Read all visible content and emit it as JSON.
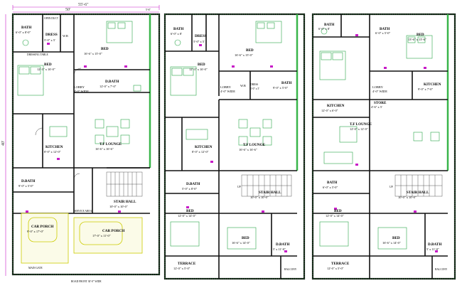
{
  "dimensions": {
    "top_width": "55'-6\"",
    "top_sub_left": "50'",
    "top_sub_right": "5'-6\"",
    "left_depth": "40'",
    "bottom_road": "ROAD FRONT 30'-0\" WIDE"
  },
  "plans": [
    {
      "rooms": [
        {
          "name": "OPEN DUCT",
          "dims": ""
        },
        {
          "name": "BATH",
          "dims": "6'-0\" x 8'-0\""
        },
        {
          "name": "DRESS",
          "dims": "5'-0\" x 5'"
        },
        {
          "name": "W.B",
          "dims": ""
        },
        {
          "name": "BED",
          "dims": "16'-6\" x 15'-0\""
        },
        {
          "name": "DRESSING TABLE",
          "dims": ""
        },
        {
          "name": "BED",
          "dims": "12'-3\" x 16'-0\""
        },
        {
          "name": "LOBBY",
          "dims": "4'-0\" WIDE"
        },
        {
          "name": "D.BATH",
          "dims": "12'-0\" x 7'-0\""
        },
        {
          "name": "KITCHEN",
          "dims": "8'-0\" x 12'-0\""
        },
        {
          "name": "T.F LOUNGE",
          "dims": "16'-6\" x 16'-6\""
        },
        {
          "name": "D.BATH",
          "dims": "9'-0\" x 5'-0\""
        },
        {
          "name": "STAIR HALL",
          "dims": "10'-0\" x 10'-0\""
        },
        {
          "name": "CAR PORCH",
          "dims": "9'-0\" x 17'-0\""
        },
        {
          "name": "CAR PORCH",
          "dims": "17'-0\" x 11'-0\""
        },
        {
          "name": "MAIN GATE",
          "dims": ""
        },
        {
          "name": "SERVICE AREA",
          "dims": ""
        }
      ]
    },
    {
      "rooms": [
        {
          "name": "BATH",
          "dims": "6'-0\" x 8'"
        },
        {
          "name": "DRESS",
          "dims": "5'-0\" x 5'"
        },
        {
          "name": "BED",
          "dims": "16'-6\" x 15'-0\""
        },
        {
          "name": "BED",
          "dims": "12'-3\" x 16'-0\""
        },
        {
          "name": "LOBBY",
          "dims": "4'-0\" WIDE"
        },
        {
          "name": "W.B",
          "dims": ""
        },
        {
          "name": "DRESS",
          "dims": "5'-0\" x 5'"
        },
        {
          "name": "BATH",
          "dims": "9'-0\" x 5'-0\""
        },
        {
          "name": "KITCHEN",
          "dims": "8'-0\" x 12'-0\""
        },
        {
          "name": "T.F LOUNGE",
          "dims": "16'-6\" x 16'-6\""
        },
        {
          "name": "D.BATH",
          "dims": "5'-0\" x 8'-0\""
        },
        {
          "name": "STAIR HALL",
          "dims": "10'-0\" x 10'-0\""
        },
        {
          "name": "BED",
          "dims": "12'-0\" x 14'-0\""
        },
        {
          "name": "BED",
          "dims": "16'-6\" x 14'-0\""
        },
        {
          "name": "D.BATH",
          "dims": "5' x 11'-0\""
        },
        {
          "name": "TERRACE",
          "dims": "12'-0\" x 5'-0\""
        },
        {
          "name": "BALCONY",
          "dims": ""
        },
        {
          "name": "UP",
          "dims": ""
        }
      ]
    },
    {
      "rooms": [
        {
          "name": "BATH",
          "dims": "6'-0\" x 8'"
        },
        {
          "name": "BATH",
          "dims": "6'-0\" x 5'-0\""
        },
        {
          "name": "BED",
          "dims": "13'-6\" x 13'-6\""
        },
        {
          "name": "LOBBY",
          "dims": "4'-0\" WIDE"
        },
        {
          "name": "KITCHEN",
          "dims": "9'-0\" x 7'-0\""
        },
        {
          "name": "KITCHEN",
          "dims": "12'-0\" x 6'-0\""
        },
        {
          "name": "STORE",
          "dims": "4'-6\" x 5'"
        },
        {
          "name": "T.F LOUNGE",
          "dims": "12'-0\" x 12'-0\""
        },
        {
          "name": "BATH",
          "dims": "6'-0\" x 5'-0\""
        },
        {
          "name": "STAIR HALL",
          "dims": "10'-0\" x 10'-0\""
        },
        {
          "name": "BED",
          "dims": "12'-0\" x 14'-0\""
        },
        {
          "name": "BED",
          "dims": "16'-6\" x 14'-0\""
        },
        {
          "name": "D.BATH",
          "dims": "5' x 11'-0\""
        },
        {
          "name": "TERRACE",
          "dims": "12'-0\" x 5'-0\""
        },
        {
          "name": "BALCONY",
          "dims": ""
        },
        {
          "name": "UP",
          "dims": ""
        }
      ]
    }
  ],
  "colors": {
    "wall": "#111111",
    "hatch": "#39b54a",
    "dimension": "#c81bc8",
    "furniture": "#2aa64a",
    "car": "#cccc00",
    "frame": "#444444"
  }
}
